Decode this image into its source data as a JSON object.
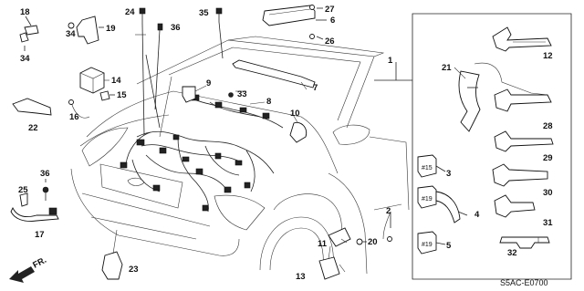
{
  "diagram": {
    "code": "S5AC-E0700",
    "fr_label": "FR.",
    "callouts": [
      "1",
      "2",
      "3",
      "4",
      "5",
      "6",
      "7",
      "8",
      "9",
      "10",
      "11",
      "12",
      "13",
      "14",
      "15",
      "16",
      "17",
      "18",
      "19",
      "20",
      "21",
      "22",
      "23",
      "24",
      "25",
      "26",
      "27",
      "28",
      "29",
      "30",
      "31",
      "32",
      "33",
      "34",
      "35",
      "36"
    ],
    "connector_labels": [
      "#15",
      "#19",
      "#19"
    ]
  }
}
